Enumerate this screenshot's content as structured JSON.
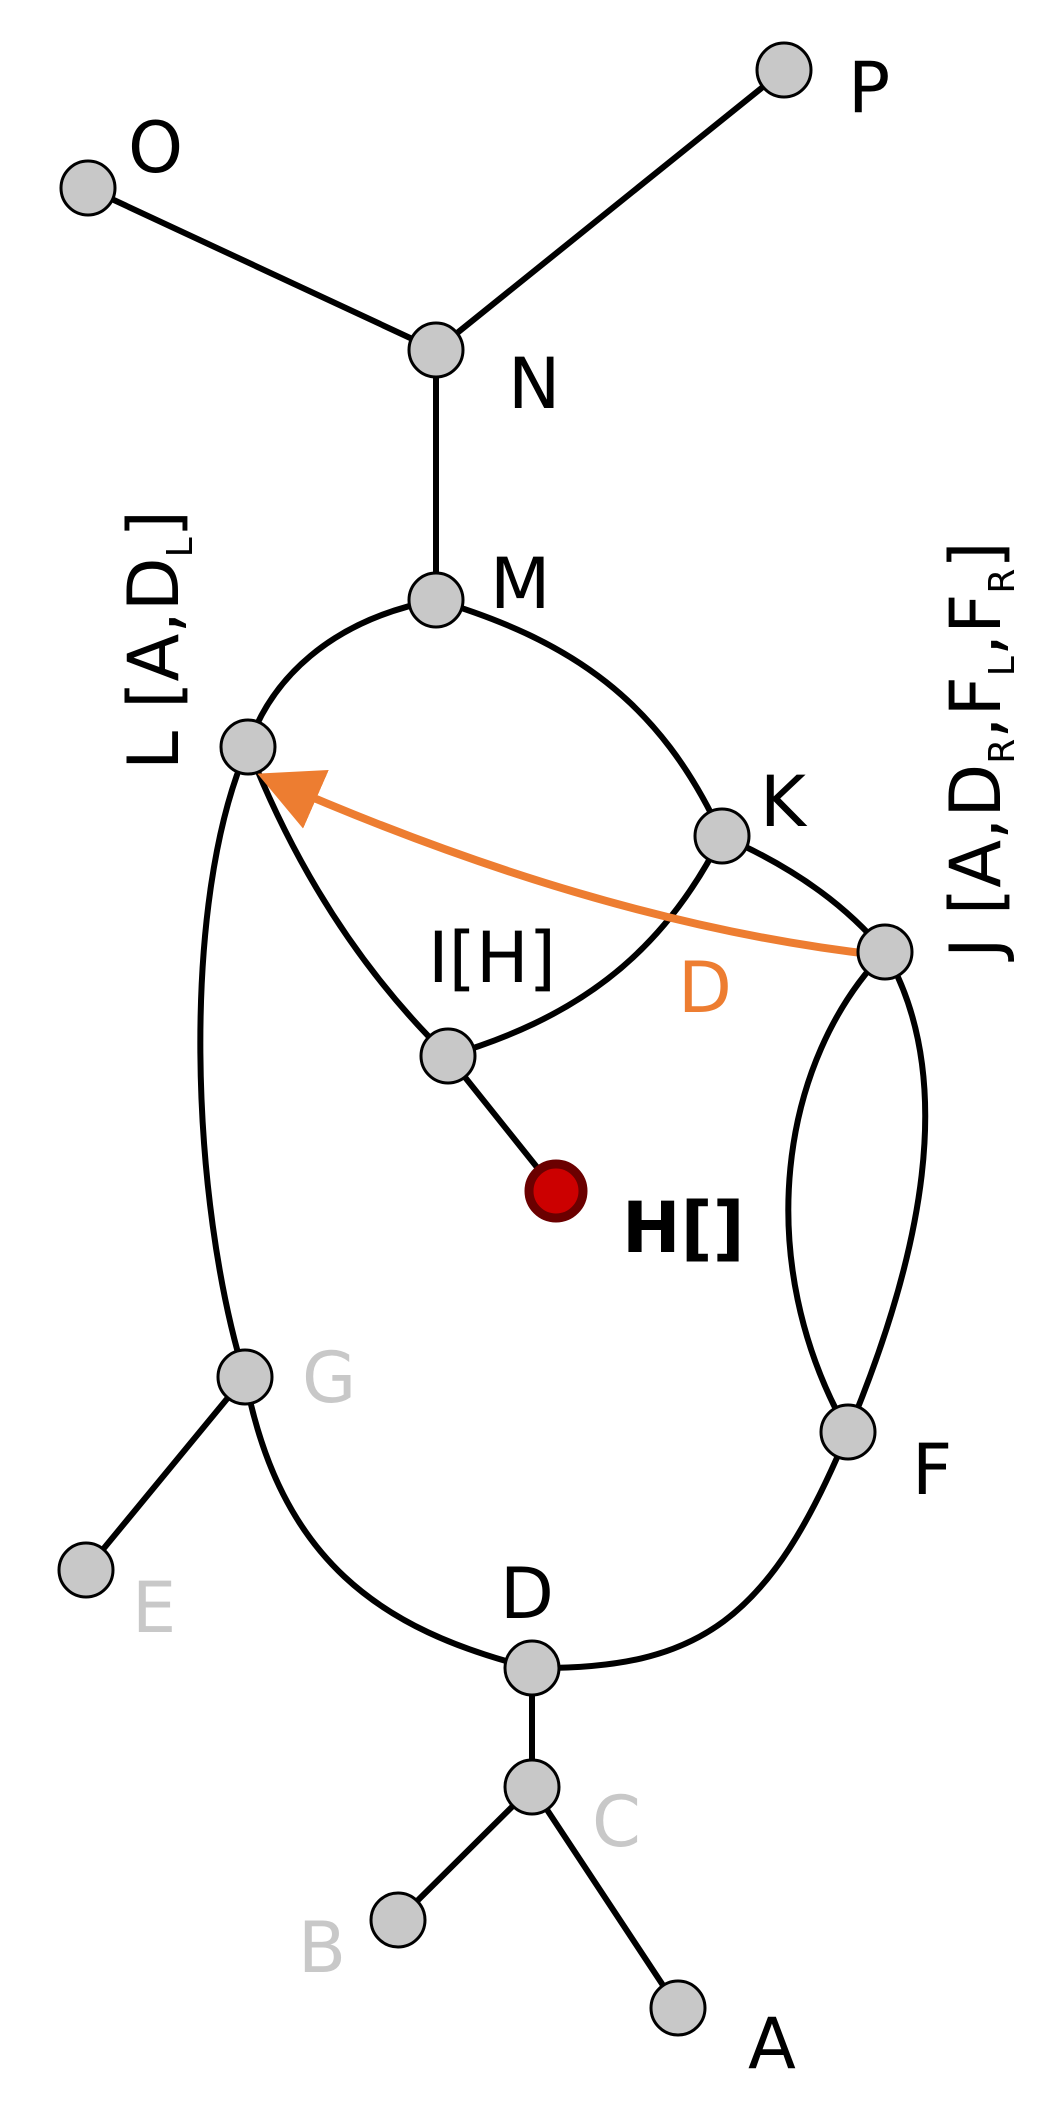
{
  "colors": {
    "text": "#000000",
    "inactive": "#c8c8c8",
    "node_fill": "#c8c8c8",
    "edge": "#000000",
    "highlight_fill": "#cc0000",
    "highlight_ring": "#6b0000",
    "arrow": "#ed7d31"
  },
  "nodes": {
    "A": {
      "label": "A"
    },
    "B": {
      "label": "B"
    },
    "C": {
      "label": "C"
    },
    "D": {
      "label": "D"
    },
    "E": {
      "label": "E"
    },
    "F": {
      "label": "F"
    },
    "G": {
      "label": "G"
    },
    "H": {
      "label": "H[]"
    },
    "I": {
      "label": "I[H]"
    },
    "J": {
      "main": "J [A,D",
      "sub1": "R",
      "mid1": ",F",
      "sub2": "L",
      "mid2": ",F",
      "sub3": "R",
      "end": "]"
    },
    "K": {
      "label": "K"
    },
    "L": {
      "main": "L [A,D",
      "sub1": "L",
      "end": "]"
    },
    "M": {
      "label": "M"
    },
    "N": {
      "label": "N"
    },
    "O": {
      "label": "O"
    },
    "P": {
      "label": "P"
    }
  },
  "arrow": {
    "label": "D"
  }
}
